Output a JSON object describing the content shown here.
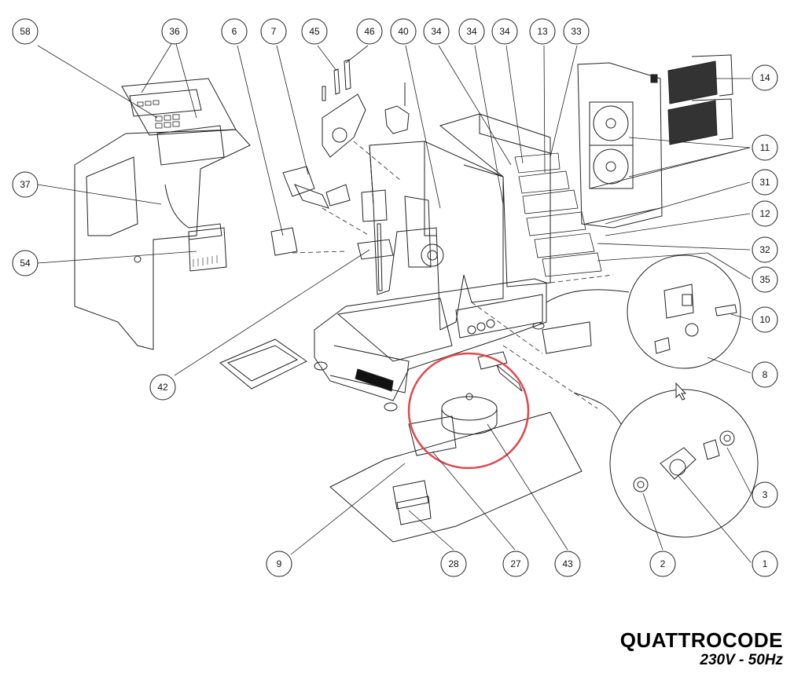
{
  "title": "QUATTROCODE",
  "subtitle": "230V - 50Hz",
  "highlight_color": "#e0474c",
  "callouts": [
    "58",
    "36",
    "6",
    "7",
    "45",
    "46",
    "40",
    "34",
    "34",
    "34",
    "13",
    "33",
    "14",
    "11",
    "31",
    "12",
    "32",
    "35",
    "10",
    "8",
    "37",
    "54",
    "42",
    "3",
    "1",
    "2",
    "43",
    "27",
    "28",
    "9"
  ],
  "icons": [
    "mouse-cursor-icon"
  ]
}
